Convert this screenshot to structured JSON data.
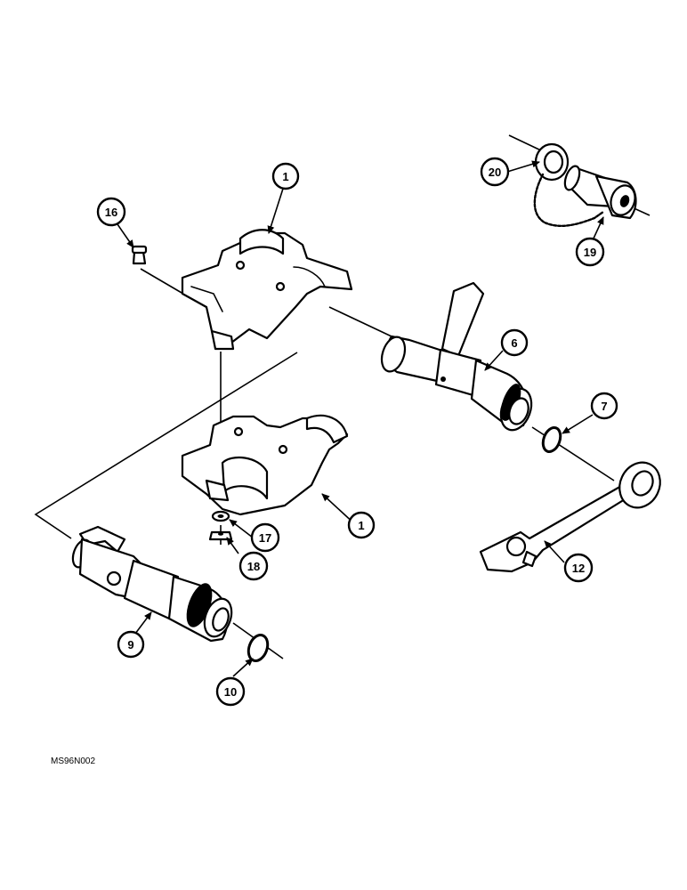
{
  "drawing_code": "MS96N002",
  "callouts": [
    {
      "id": "1",
      "label": "1"
    },
    {
      "id": "1b",
      "label": "1"
    },
    {
      "id": "6",
      "label": "6"
    },
    {
      "id": "7",
      "label": "7"
    },
    {
      "id": "9",
      "label": "9"
    },
    {
      "id": "10",
      "label": "10"
    },
    {
      "id": "12",
      "label": "12"
    },
    {
      "id": "16",
      "label": "16"
    },
    {
      "id": "17",
      "label": "17"
    },
    {
      "id": "18",
      "label": "18"
    },
    {
      "id": "19",
      "label": "19"
    },
    {
      "id": "20",
      "label": "20"
    }
  ]
}
